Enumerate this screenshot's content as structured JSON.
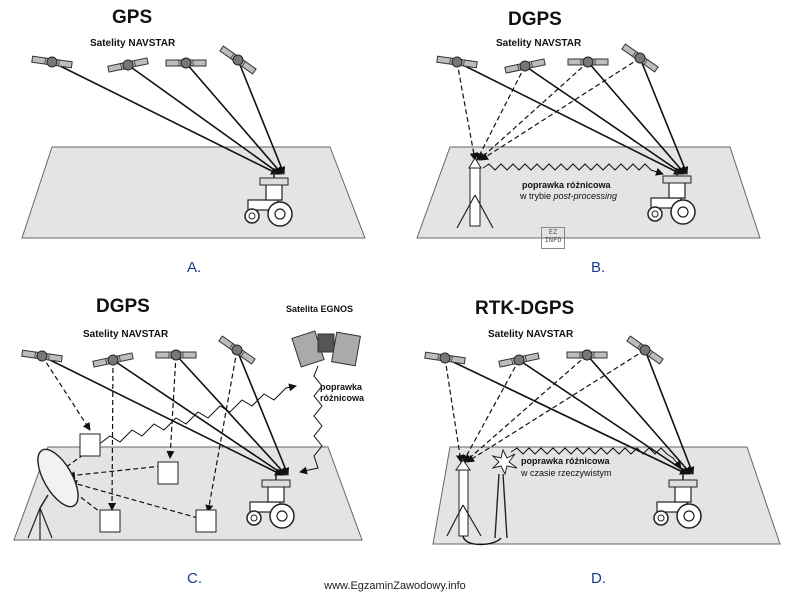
{
  "panels": {
    "a": {
      "title": "GPS",
      "satellites_label": "Satelity NAVSTAR",
      "letter": "A."
    },
    "b": {
      "title": "DGPS",
      "satellites_label": "Satelity NAVSTAR",
      "correction_label": "poprawka różnicowa",
      "mode_prefix": "w trybie ",
      "mode_italic": "post-processing",
      "letter": "B."
    },
    "c": {
      "title": "DGPS",
      "satellites_label": "Satelity NAVSTAR",
      "egnos_label": "Satelita EGNOS",
      "correction_line1": "poprawka",
      "correction_line2": "różnicowa",
      "letter": "C."
    },
    "d": {
      "title": "RTK-DGPS",
      "satellites_label": "Satelity NAVSTAR",
      "correction_label": "poprawka różnicowa",
      "mode_label": "w czasie rzeczywistym",
      "letter": "D."
    }
  },
  "watermark": {
    "line1": "EZ",
    "line2": "INFO"
  },
  "footer": {
    "text": "www.EgzaminZawodowy.info"
  }
}
